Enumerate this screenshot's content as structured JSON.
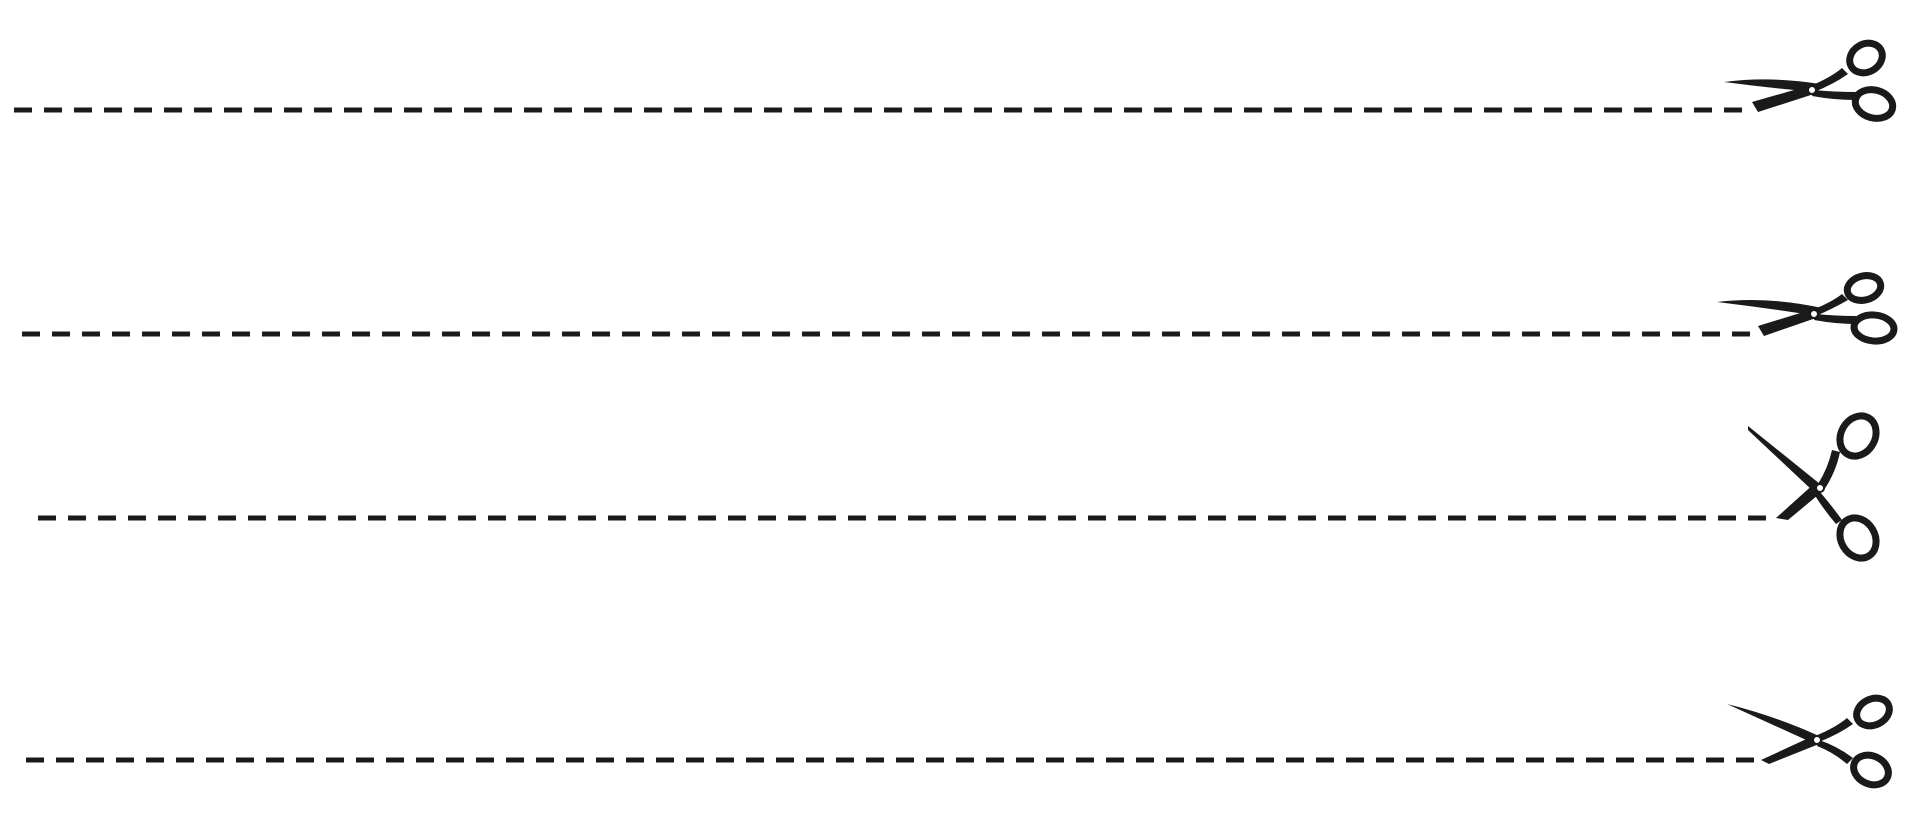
{
  "ink_color": "#1a1a1a",
  "background_color": "#ffffff",
  "cut_lines": [
    {
      "style": "dashed",
      "icon": "scissors-icon",
      "pose": "slightly-open"
    },
    {
      "style": "dashed",
      "icon": "scissors-icon",
      "pose": "slightly-open"
    },
    {
      "style": "dashed",
      "icon": "scissors-icon",
      "pose": "wide-open"
    },
    {
      "style": "dashed",
      "icon": "scissors-icon",
      "pose": "open"
    }
  ]
}
